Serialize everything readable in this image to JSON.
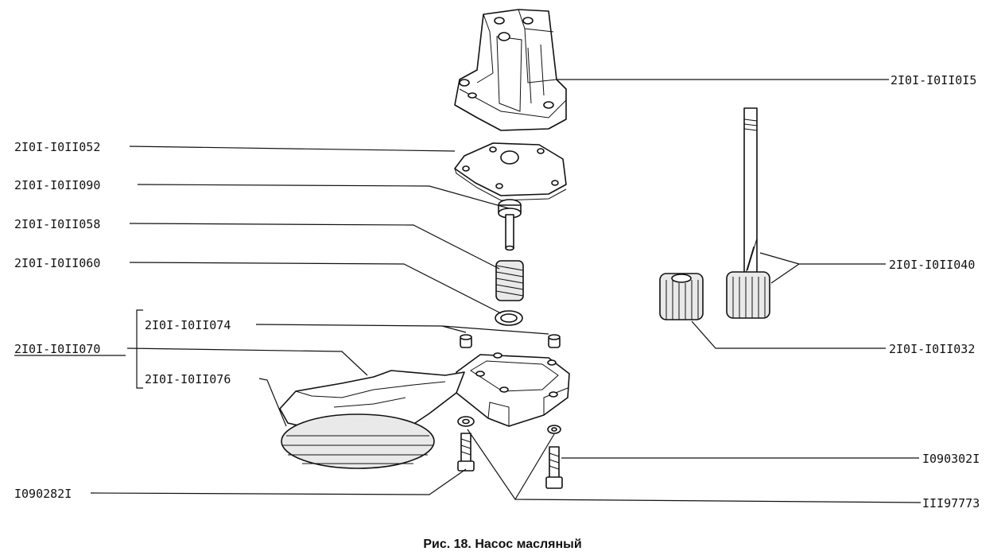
{
  "labels": {
    "pump_body": "2I0I-I0II0I5",
    "cover_gasket": "2I0I-I0II052",
    "relief_valve": "2I0I-I0II090",
    "valve_spring": "2I0I-I0II058",
    "spring_washer": "2I0I-I0II060",
    "intake_assembly": "2I0I-I0II070",
    "bushing": "2I0I-I0II074",
    "intake_pipe": "2I0I-I0II076",
    "drive_gear_shaft": "2I0I-I0II040",
    "driven_gear": "2I0I-I0II032",
    "bolt_right": "I090302I",
    "bolt_left": "I090282I",
    "lock_washer": "III97773"
  },
  "caption": "Рис. 18. Насос масляный"
}
